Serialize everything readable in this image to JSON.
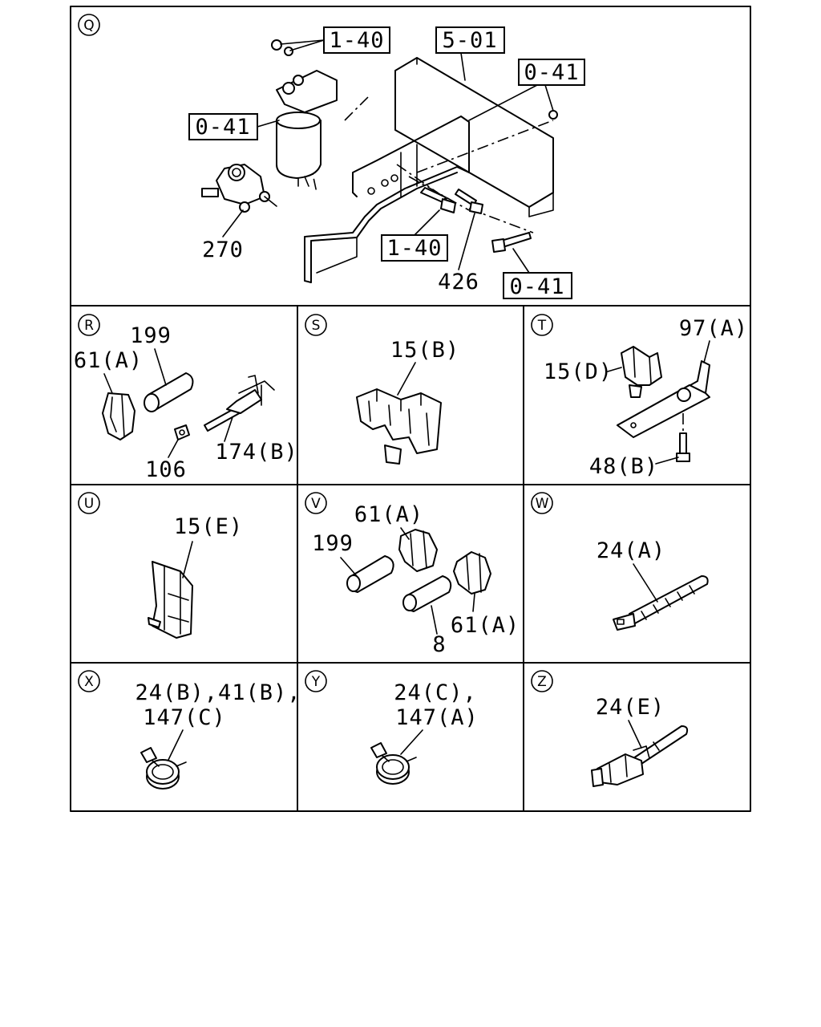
{
  "panels": [
    {
      "id": "Q",
      "callouts": [
        "1-40",
        "5-01",
        "0-41",
        "0-41",
        "270",
        "1-40",
        "426",
        "0-41"
      ]
    },
    {
      "id": "R",
      "callouts": [
        "199",
        "61(A)",
        "106",
        "174(B)"
      ]
    },
    {
      "id": "S",
      "callouts": [
        "15(B)"
      ]
    },
    {
      "id": "T",
      "callouts": [
        "97(A)",
        "15(D)",
        "48(B)"
      ]
    },
    {
      "id": "U",
      "callouts": [
        "15(E)"
      ]
    },
    {
      "id": "V",
      "callouts": [
        "61(A)",
        "199",
        "61(A)",
        "8"
      ]
    },
    {
      "id": "W",
      "callouts": [
        "24(A)"
      ]
    },
    {
      "id": "X",
      "callouts": [
        "24(B),41(B),",
        "147(C)"
      ]
    },
    {
      "id": "Y",
      "callouts": [
        "24(C),",
        "147(A)"
      ]
    },
    {
      "id": "Z",
      "callouts": [
        "24(E)"
      ]
    }
  ]
}
